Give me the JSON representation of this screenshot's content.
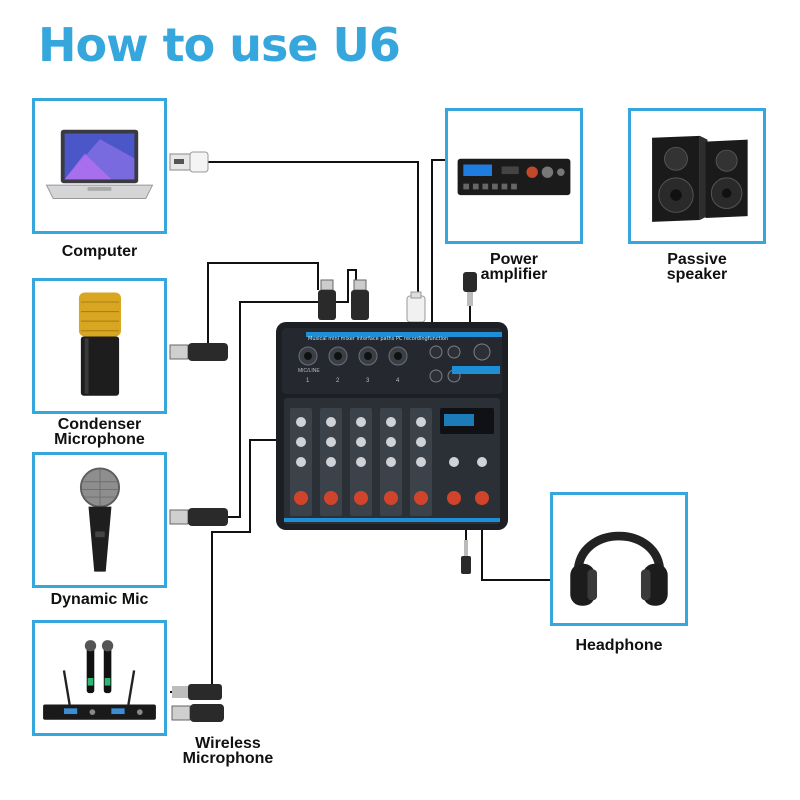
{
  "title": "How to use U6",
  "accent_color": "#36a7dc",
  "devices": {
    "computer": {
      "label": "Computer",
      "icon": "laptop-icon"
    },
    "condenser_mic": {
      "label_line1": "Condenser",
      "label_line2": "Microphone",
      "icon": "condenser-microphone-icon"
    },
    "dynamic_mic": {
      "label": "Dynamic Mic",
      "icon": "dynamic-microphone-icon"
    },
    "wireless_mic": {
      "label_line1": "Wireless",
      "label_line2": "Microphone",
      "icon": "wireless-microphone-receiver-icon"
    },
    "power_amp": {
      "label_line1": "Power",
      "label_line2": "amplifier",
      "icon": "power-amplifier-icon"
    },
    "passive_speaker": {
      "label_line1": "Passive",
      "label_line2": "speaker",
      "icon": "speaker-pair-icon"
    },
    "headphone": {
      "label": "Headphone",
      "icon": "headphone-icon"
    }
  },
  "mixer": {
    "icon": "audio-mixer-icon",
    "header_text": "Musical mini mixer interface paths PC recordingfunction",
    "channel_labels": [
      "1",
      "2",
      "3",
      "4"
    ],
    "jack_label": "MIC/LINE"
  },
  "connectors": [
    "usb-plug-icon",
    "xlr-plug-icon",
    "quarter-inch-plug-icon",
    "mini-jack-plug-icon"
  ]
}
